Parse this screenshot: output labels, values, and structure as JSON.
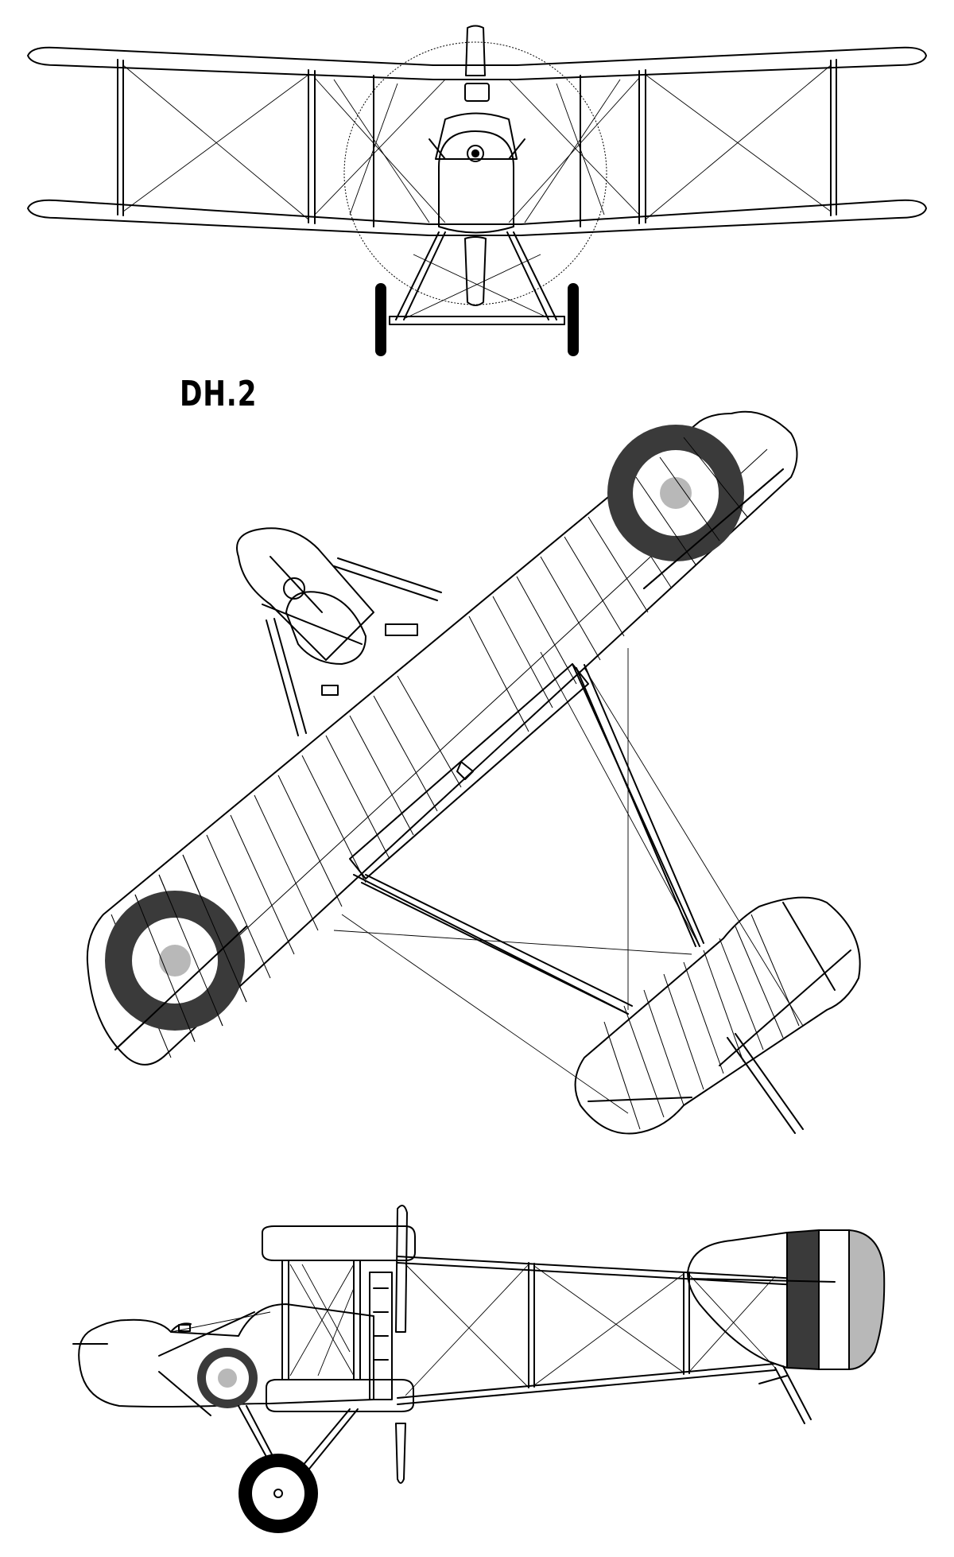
{
  "title": "DH.2",
  "colors": {
    "ink": "#000000",
    "paper": "#ffffff",
    "roundel_outer": "#3a3a3a",
    "roundel_inner": "#b8b8b8",
    "rudder_stripe_dark": "#3a3a3a",
    "rudder_stripe_light": "#b8b8b8"
  },
  "views": [
    "front-view",
    "top-view",
    "side-view"
  ]
}
